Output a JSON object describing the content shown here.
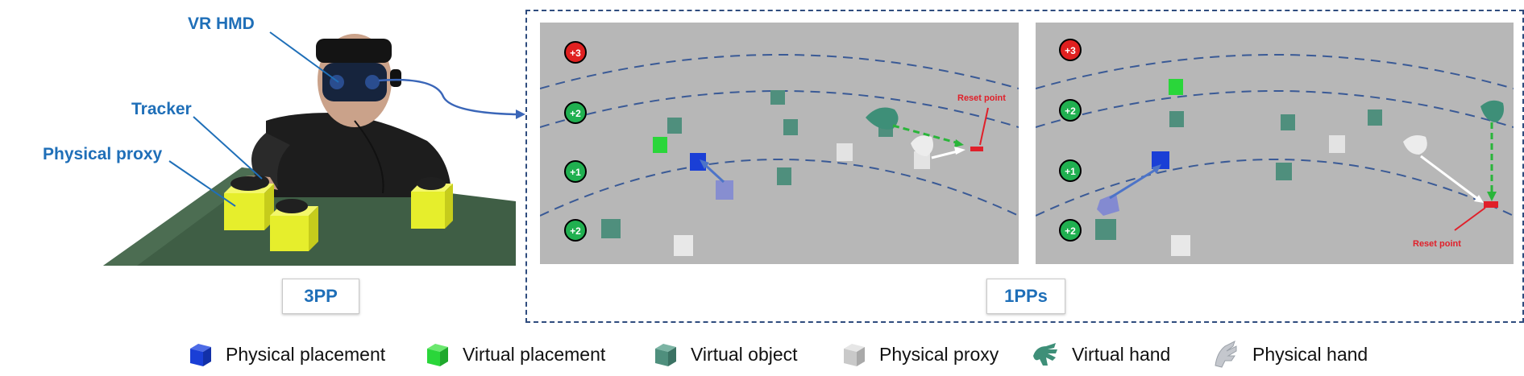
{
  "labels": {
    "vr_hmd": "VR HMD",
    "tracker": "Tracker",
    "physical_proxy": "Physical proxy",
    "third_person": "3PP",
    "first_person": "1PPs",
    "reset_point": "Reset point"
  },
  "scores": {
    "left": [
      "+3",
      "+2",
      "+1",
      "+2"
    ],
    "right": [
      "+3",
      "+2",
      "+1",
      "+2"
    ]
  },
  "legend": [
    {
      "icon": "blue-cube-icon",
      "label": "Physical placement",
      "color": "#1a3fd6"
    },
    {
      "icon": "green-cube-icon",
      "label": "Virtual placement",
      "color": "#2ad63a"
    },
    {
      "icon": "teal-cube-icon",
      "label": "Virtual object",
      "color": "#4f8f7d"
    },
    {
      "icon": "gray-cube-icon",
      "label": "Physical proxy",
      "color": "#c9c9c9"
    },
    {
      "icon": "virtual-hand-icon",
      "label": "Virtual hand",
      "color": "#3e8f78"
    },
    {
      "icon": "physical-hand-icon",
      "label": "Physical hand",
      "color": "#b5b8bf"
    }
  ],
  "colors": {
    "frame": "#2f4c7e",
    "label_blue": "#1f6fb8",
    "score_red": "#e02020",
    "score_green": "#20b050",
    "reset_red": "#e0202a"
  }
}
